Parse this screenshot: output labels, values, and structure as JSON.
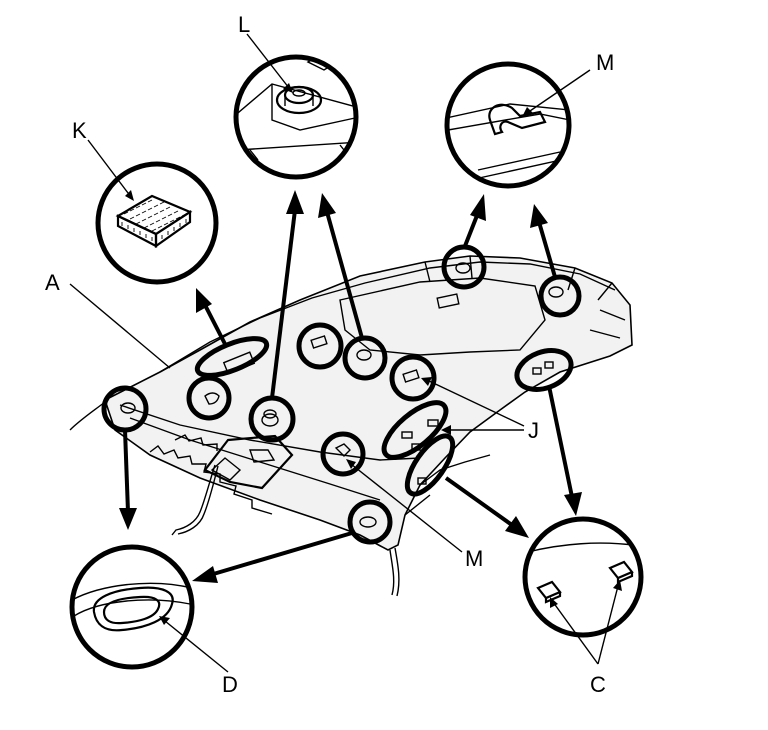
{
  "diagram": {
    "labels": {
      "A": "A",
      "C": "C",
      "D": "D",
      "J": "J",
      "K": "K",
      "L": "L",
      "M_top": "M",
      "M_bottom": "M"
    }
  }
}
